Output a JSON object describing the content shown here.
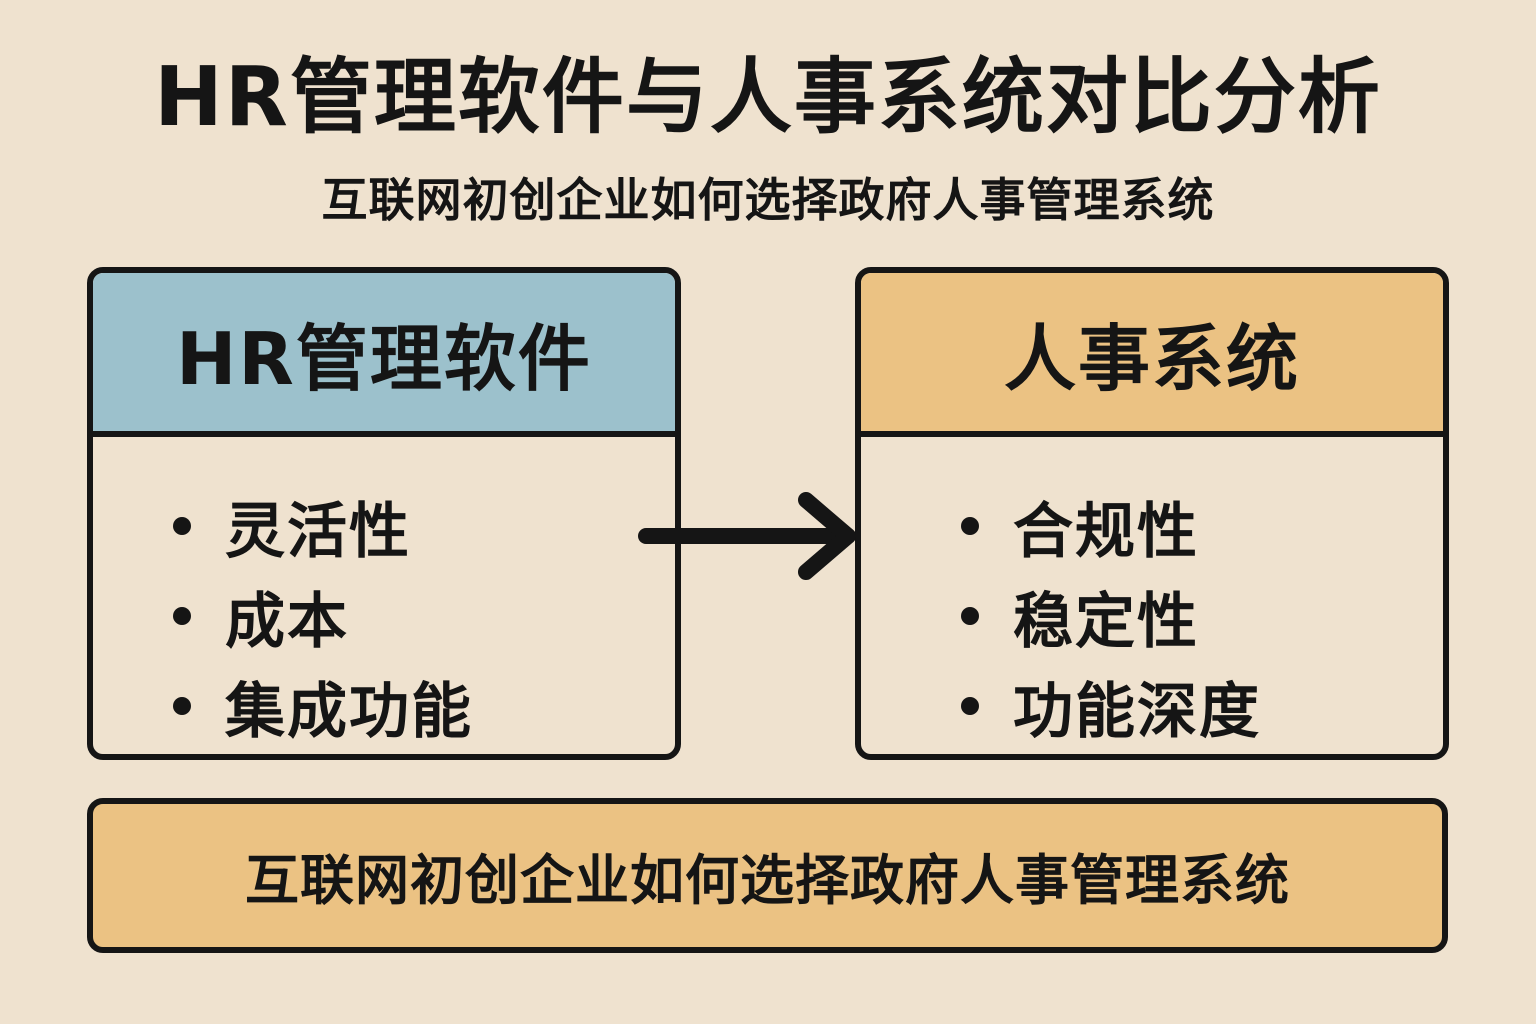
{
  "title": "HR管理软件与人事系统对比分析",
  "subtitle": "互联网初创企业如何选择政府人事管理系统",
  "cards": {
    "left": {
      "header": "HR管理软件",
      "color": "#9cc1cc",
      "items": [
        "灵活性",
        "成本",
        "集成功能"
      ]
    },
    "right": {
      "header": "人事系统",
      "color": "#ebc283",
      "items": [
        "合规性",
        "稳定性",
        "功能深度"
      ]
    }
  },
  "connector": {
    "icon": "arrow-right-icon"
  },
  "banner": {
    "text": "互联网初创企业如何选择政府人事管理系统",
    "color": "#ebc283"
  },
  "colors": {
    "background": "#efe2cf",
    "ink": "#151515"
  }
}
